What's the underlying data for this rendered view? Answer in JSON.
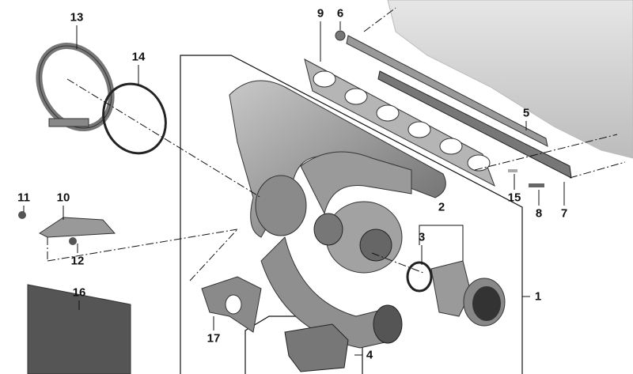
{
  "callouts": {
    "p1": "1",
    "p2": "2",
    "p3": "3",
    "p4": "4",
    "p5": "5",
    "p6": "6",
    "p7": "7",
    "p8": "8",
    "p9": "9",
    "p10": "10",
    "p11": "11",
    "p12": "12",
    "p13": "13",
    "p14": "14",
    "p15": "15",
    "p16": "16",
    "p17": "17"
  },
  "colors": {
    "part_gray": "#9a9a9a",
    "part_dark": "#5e5e5e",
    "engine_block": "#d6d6d6",
    "line": "#111111"
  }
}
